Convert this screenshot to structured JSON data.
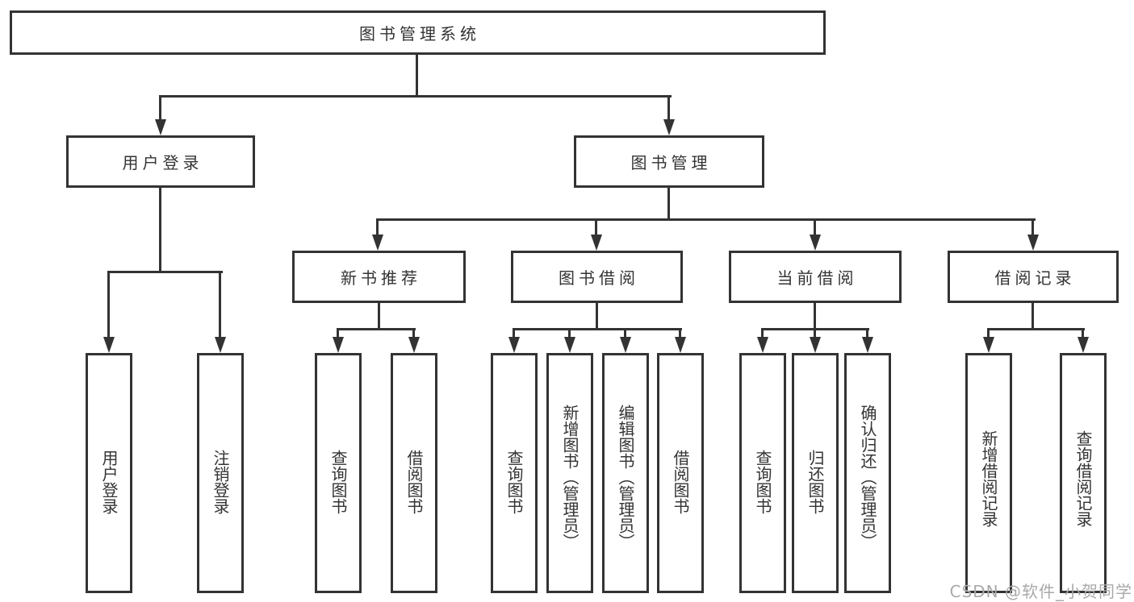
{
  "diagram_title": "图书管理系统",
  "tree": {
    "root": {
      "label": "图书管理系统"
    },
    "branches": [
      {
        "label": "用户登录",
        "children": [
          "用户登录",
          "注销登录"
        ]
      },
      {
        "label": "图书管理",
        "groups": [
          {
            "label": "新书推荐",
            "children": [
              "查询图书",
              "借阅图书"
            ]
          },
          {
            "label": "图书借阅",
            "children": [
              "查询图书",
              "新增图书（管理员）",
              "编辑图书（管理员）",
              "借阅图书"
            ]
          },
          {
            "label": "当前借阅",
            "children": [
              "查询图书",
              "归还图书",
              "确认归还（管理员）"
            ]
          },
          {
            "label": "借阅记录",
            "children": [
              "新增借阅记录",
              "查询借阅记录"
            ]
          }
        ]
      }
    ]
  },
  "watermark": "CSDN @软件_小贺同学",
  "colors": {
    "line": "#333333",
    "text": "#333333",
    "box_background": "#ffffff",
    "page_background": "#ffffff",
    "watermark": "#a9a9a9"
  }
}
